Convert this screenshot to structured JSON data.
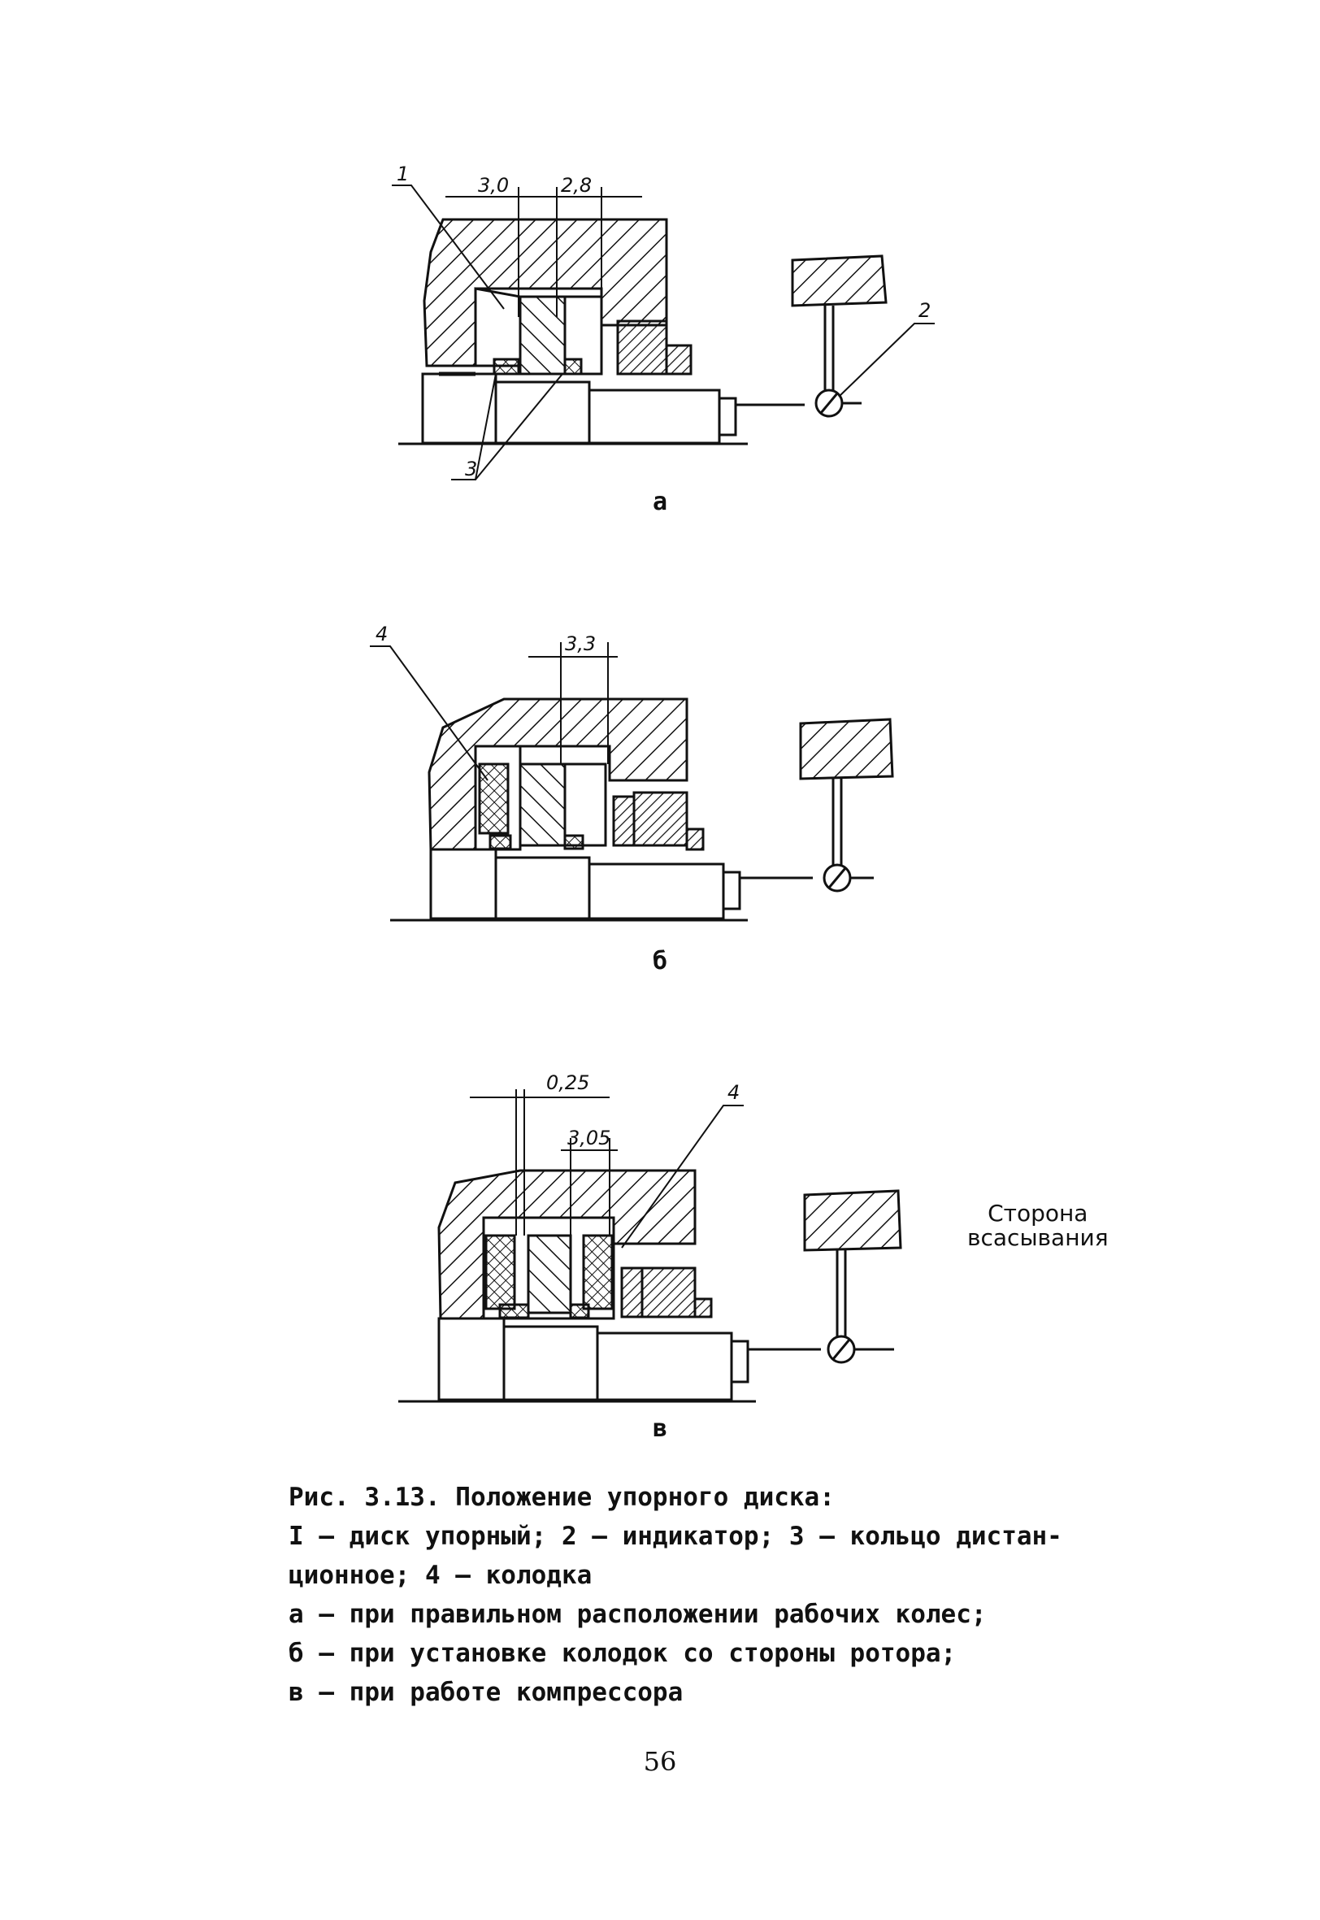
{
  "figure_a": {
    "sub_label": "а",
    "callouts": [
      "1",
      "2",
      "3"
    ],
    "dims": [
      "3,0",
      "2,8"
    ]
  },
  "figure_b": {
    "sub_label": "б",
    "callouts": [
      "4"
    ],
    "dims": [
      "3,3"
    ]
  },
  "figure_c": {
    "sub_label": "в",
    "callouts": [
      "4"
    ],
    "dims": [
      "0,25",
      "3,05"
    ]
  },
  "side_note": {
    "line1": "Сторона",
    "line2": "всасывания"
  },
  "caption": {
    "title": "Рис. 3.13. Положение упорного диска:",
    "legend_1": "I – диск упорный; 2 – индикатор; 3 – кольцо дистан-",
    "legend_2": "ционное; 4 – колодка",
    "item_a": "а – при правильном расположении рабочих колес;",
    "item_b": "б – при установке колодок со стороны ротора;",
    "item_c": "в – при работе компрессора"
  },
  "page_number": "56"
}
